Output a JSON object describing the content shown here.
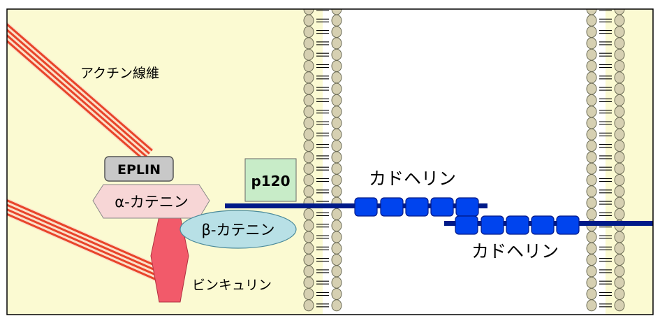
{
  "labels": {
    "actin": "アクチン線維",
    "eplin": "EPLIN",
    "alpha_catenin": "α-カテニン",
    "beta_catenin": "β-カテニン",
    "vinculin": "ビンキュリン",
    "p120": "p120",
    "cadherin_top": "カドヘリン",
    "cadherin_bottom": "カドヘリン"
  },
  "colors": {
    "cytoplasm": "#fbfad2",
    "extracellular": "#ffffff",
    "actin_red": "#e8442a",
    "actin_gap": "#fbe0c8",
    "membrane_head": "#d6d0b2",
    "membrane_stroke": "#6b6b55",
    "eplin_fill": "#c8c8c8",
    "alpha_fill": "#f7d6d6",
    "vinculin_fill": "#f25a6a",
    "beta_fill": "#b8e0e6",
    "p120_fill": "#c8ecc8",
    "cadherin_blue": "#0044ee",
    "cadherin_line": "#001a88"
  },
  "icons": {
    "membrane": "lipid-bilayer-icon",
    "actin": "actin-filament-icon",
    "cadherin": "cadherin-domains-icon"
  }
}
